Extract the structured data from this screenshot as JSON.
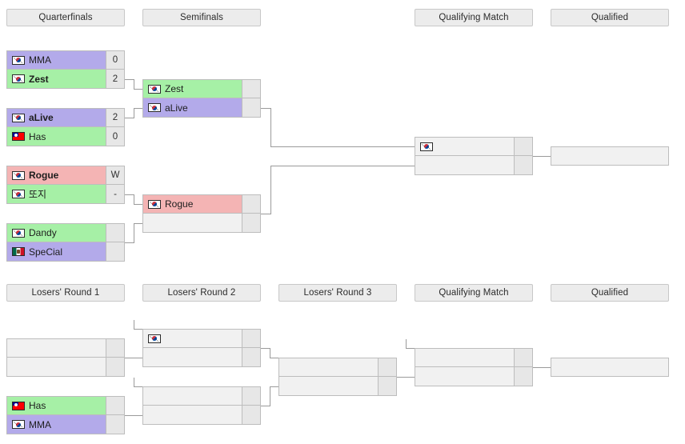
{
  "page": {
    "title": "Tournament Bracket",
    "colors": {
      "win": "#a6f0a6",
      "loss": "#b3aaea",
      "forfeit": "#f4b4b4",
      "empty": "#f1f1f1",
      "header_bg": "#ececec",
      "line": "#9b9b9b"
    }
  },
  "upper_bracket": {
    "headers": [
      {
        "label": "Quarterfinals"
      },
      {
        "label": "Semifinals"
      },
      {
        "label": "Qualifying Match"
      },
      {
        "label": "Qualified"
      }
    ],
    "quarterfinals": [
      {
        "teams": [
          {
            "name": "MMA",
            "flag": "kr",
            "score": "0",
            "result": "loss",
            "bold": false
          },
          {
            "name": "Zest",
            "flag": "kr",
            "score": "2",
            "result": "win",
            "bold": true
          }
        ]
      },
      {
        "teams": [
          {
            "name": "aLive",
            "flag": "kr",
            "score": "2",
            "result": "loss",
            "bold": true
          },
          {
            "name": "Has",
            "flag": "tw",
            "score": "0",
            "result": "win",
            "bold": false
          }
        ]
      },
      {
        "teams": [
          {
            "name": "Rogue",
            "flag": "kr",
            "score": "W",
            "result": "forfeit",
            "bold": true
          },
          {
            "name": "또지",
            "flag": "kr",
            "score": "-",
            "result": "win",
            "bold": false
          }
        ]
      },
      {
        "teams": [
          {
            "name": "Dandy",
            "flag": "kr",
            "score": "",
            "result": "win",
            "bold": false
          },
          {
            "name": "SpeCial",
            "flag": "mx",
            "score": "",
            "result": "loss",
            "bold": false
          }
        ]
      }
    ],
    "semifinals": [
      {
        "teams": [
          {
            "name": "Zest",
            "flag": "kr",
            "score": "",
            "result": "win",
            "bold": false
          },
          {
            "name": "aLive",
            "flag": "kr",
            "score": "",
            "result": "loss",
            "bold": false
          }
        ]
      },
      {
        "teams": [
          {
            "name": "Rogue",
            "flag": "kr",
            "score": "",
            "result": "forfeit",
            "bold": false
          },
          {
            "name": "",
            "flag": "",
            "score": "",
            "result": "none",
            "bold": false
          }
        ]
      }
    ],
    "qualifying_match": [
      {
        "teams": [
          {
            "name": "",
            "flag": "kr",
            "score": "",
            "result": "none",
            "bold": false
          },
          {
            "name": "",
            "flag": "",
            "score": "",
            "result": "none",
            "bold": false
          }
        ]
      }
    ],
    "qualified": [
      {
        "name": "",
        "flag": "",
        "result": "none"
      }
    ]
  },
  "lower_bracket": {
    "headers": [
      {
        "label": "Losers' Round 1"
      },
      {
        "label": "Losers' Round 2"
      },
      {
        "label": "Losers' Round 3"
      },
      {
        "label": "Qualifying Match"
      },
      {
        "label": "Qualified"
      }
    ],
    "losers_round_1": [
      {
        "teams": [
          {
            "name": "",
            "flag": "",
            "score": "",
            "result": "none",
            "bold": false
          },
          {
            "name": "",
            "flag": "",
            "score": "",
            "result": "none",
            "bold": false
          }
        ]
      },
      {
        "teams": [
          {
            "name": "Has",
            "flag": "tw",
            "score": "",
            "result": "win",
            "bold": false
          },
          {
            "name": "MMA",
            "flag": "kr",
            "score": "",
            "result": "loss",
            "bold": false
          }
        ]
      }
    ],
    "losers_round_2": [
      {
        "teams": [
          {
            "name": "",
            "flag": "kr",
            "score": "",
            "result": "none",
            "bold": false
          },
          {
            "name": "",
            "flag": "",
            "score": "",
            "result": "none",
            "bold": false
          }
        ]
      },
      {
        "teams": [
          {
            "name": "",
            "flag": "",
            "score": "",
            "result": "none",
            "bold": false
          },
          {
            "name": "",
            "flag": "",
            "score": "",
            "result": "none",
            "bold": false
          }
        ]
      }
    ],
    "losers_round_3": [
      {
        "teams": [
          {
            "name": "",
            "flag": "",
            "score": "",
            "result": "none",
            "bold": false
          },
          {
            "name": "",
            "flag": "",
            "score": "",
            "result": "none",
            "bold": false
          }
        ]
      }
    ],
    "qualifying_match": [
      {
        "teams": [
          {
            "name": "",
            "flag": "",
            "score": "",
            "result": "none",
            "bold": false
          },
          {
            "name": "",
            "flag": "",
            "score": "",
            "result": "none",
            "bold": false
          }
        ]
      }
    ],
    "qualified": [
      {
        "name": "",
        "flag": "",
        "result": "none"
      }
    ]
  }
}
